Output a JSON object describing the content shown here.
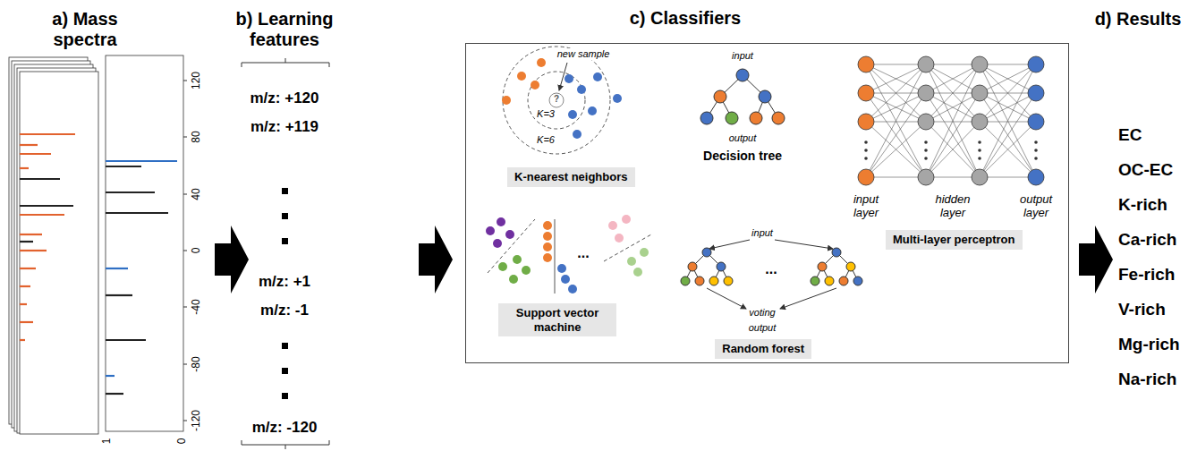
{
  "diagram": {
    "nodes": [
      {
        "text": [
          "c) Classifiers"
        ]
      },
      {
        "text": [
          "K-nearest neighbors"
        ],
        "in": 0
      },
      {
        "text": [
          "Multi-layer perceptron"
        ],
        "in": 0
      },
      {
        "text": [
          "Support vector machine"
        ],
        "in": 0
      },
      {
        "text": [
          "Random forest"
        ],
        "in": 0
      }
    ],
    "labels": [
      "a) Mass spectra",
      "b) Learning features",
      "d) Results",
      "120",
      "80",
      "40",
      "0",
      "-40",
      "-80",
      "-120",
      "1",
      "0",
      "m/z: +120",
      "m/z: +119",
      "m/z: +1",
      "m/z: -1",
      "m/z: -120",
      "new sample",
      "K=3",
      "K=6",
      "?",
      "input",
      "output",
      "Decision tree",
      "input layer",
      "hidden layer",
      "output layer",
      "input",
      "voting",
      "output",
      "EC",
      "OC-EC",
      "K-rich",
      "Ca-rich",
      "Fe-rich",
      "V-rich",
      "Mg-rich",
      "Na-rich",
      "...",
      "..."
    ]
  }
}
